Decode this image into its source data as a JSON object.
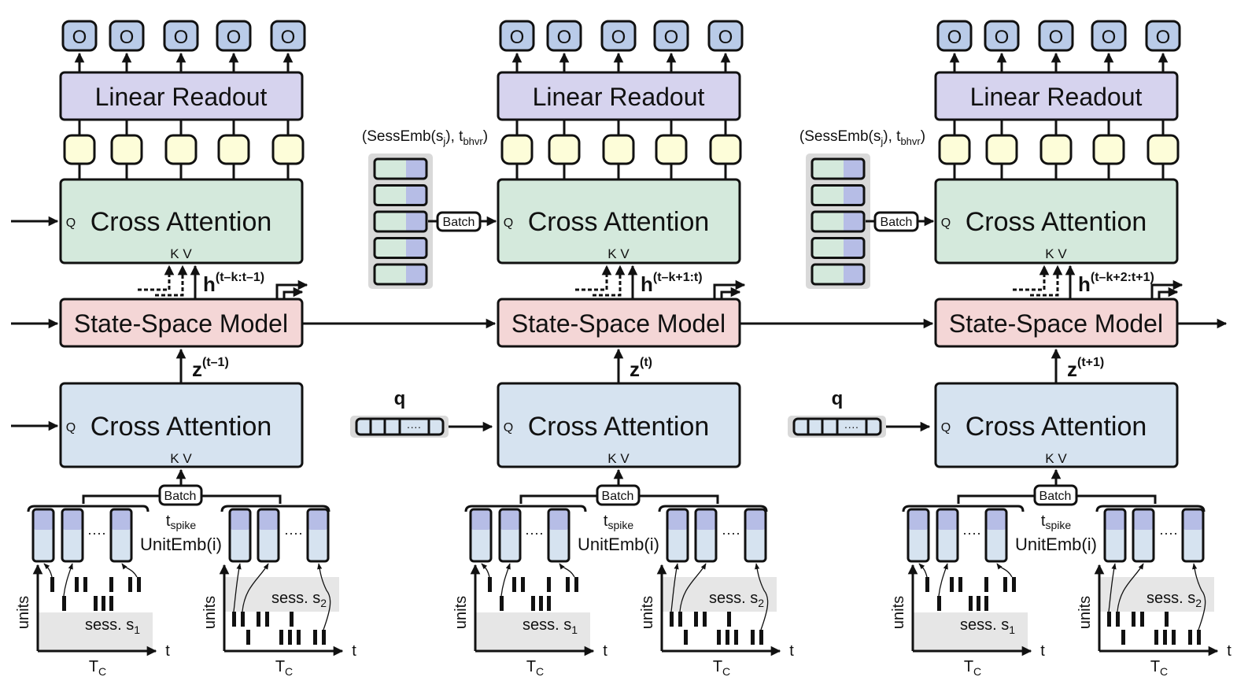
{
  "diagram": {
    "colors": {
      "output_fill": "#b9cbe8",
      "readout_fill": "#d6d3ee",
      "latent_fill": "#fdfdd9",
      "cross_attn_top_fill": "#d4e9dc",
      "ssm_fill": "#f4d6d6",
      "cross_attn_bottom_fill": "#d6e3f0",
      "embedding_top_fill": "#b6bde6",
      "embedding_bottom_fill": "#d6e3f0",
      "session_emb_green": "#d4e9dc",
      "session_emb_purple": "#b6bde6",
      "panel_gray": "#d9d9d9",
      "session_band_gray": "#e6e6e6",
      "stroke": "#111111"
    },
    "blocks": [
      {
        "output_token_label": "O",
        "readout_label": "Linear Readout",
        "decoder_attention": {
          "label": "Cross Attention",
          "q_label": "Q",
          "kv_label": "K V"
        },
        "ssm_label": "State-Space Model",
        "hidden_label": {
          "base": "h",
          "sup": "(t–k:t–1)"
        },
        "latent_label": {
          "base": "z",
          "sup": "(t–1)"
        },
        "encoder_attention": {
          "label": "Cross Attention",
          "q_label": "Q",
          "kv_label": "K V"
        },
        "batch_label": "Batch",
        "tspike_label": {
          "base": "t",
          "sub": "spike"
        },
        "unitemb_label": "UnitEmb(i)",
        "ellipsis": "····",
        "raster_left": {
          "y_axis": "units",
          "x_axis": "t",
          "window": {
            "base": "T",
            "sub": "C"
          },
          "session": {
            "base": "sess. s",
            "sub": "1"
          }
        },
        "raster_right": {
          "y_axis": "units",
          "x_axis": "t",
          "window": {
            "base": "T",
            "sub": "C"
          },
          "session": {
            "base": "sess. s",
            "sub": "2"
          }
        }
      },
      {
        "output_token_label": "O",
        "readout_label": "Linear Readout",
        "decoder_attention": {
          "label": "Cross Attention",
          "q_label": "Q",
          "kv_label": "K V"
        },
        "ssm_label": "State-Space Model",
        "hidden_label": {
          "base": "h",
          "sup": "(t–k+1:t)"
        },
        "latent_label": {
          "base": "z",
          "sup": "(t)"
        },
        "encoder_attention": {
          "label": "Cross Attention",
          "q_label": "Q",
          "kv_label": "K V"
        },
        "batch_label": "Batch",
        "tspike_label": {
          "base": "t",
          "sub": "spike"
        },
        "unitemb_label": "UnitEmb(i)",
        "ellipsis": "····",
        "raster_left": {
          "y_axis": "units",
          "x_axis": "t",
          "window": {
            "base": "T",
            "sub": "C"
          },
          "session": {
            "base": "sess. s",
            "sub": "1"
          }
        },
        "raster_right": {
          "y_axis": "units",
          "x_axis": "t",
          "window": {
            "base": "T",
            "sub": "C"
          },
          "session": {
            "base": "sess. s",
            "sub": "2"
          }
        }
      },
      {
        "output_token_label": "O",
        "readout_label": "Linear Readout",
        "decoder_attention": {
          "label": "Cross Attention",
          "q_label": "Q",
          "kv_label": "K V"
        },
        "ssm_label": "State-Space Model",
        "hidden_label": {
          "base": "h",
          "sup": "(t–k+2:t+1)"
        },
        "latent_label": {
          "base": "z",
          "sup": "(t+1)"
        },
        "encoder_attention": {
          "label": "Cross Attention",
          "q_label": "Q",
          "kv_label": "K V"
        },
        "batch_label": "Batch",
        "tspike_label": {
          "base": "t",
          "sub": "spike"
        },
        "unitemb_label": "UnitEmb(i)",
        "ellipsis": "····",
        "raster_left": {
          "y_axis": "units",
          "x_axis": "t",
          "window": {
            "base": "T",
            "sub": "C"
          },
          "session": {
            "base": "sess. s",
            "sub": "1"
          }
        },
        "raster_right": {
          "y_axis": "units",
          "x_axis": "t",
          "window": {
            "base": "T",
            "sub": "C"
          },
          "session": {
            "base": "sess. s",
            "sub": "2"
          }
        }
      }
    ],
    "session_queries": [
      {
        "label": {
          "prefix": "(SessEmb(s",
          "sub": "j",
          "mid": "), t",
          "sub2": "bhvr",
          "suffix": ")"
        },
        "batch_label": "Batch",
        "count": 5
      },
      {
        "label": {
          "prefix": "(SessEmb(s",
          "sub": "j",
          "mid": "), t",
          "sub2": "bhvr",
          "suffix": ")"
        },
        "batch_label": "Batch",
        "count": 5
      }
    ],
    "latent_queries": [
      {
        "label": "q",
        "ellipsis": "····"
      },
      {
        "label": "q",
        "ellipsis": "····"
      }
    ]
  }
}
